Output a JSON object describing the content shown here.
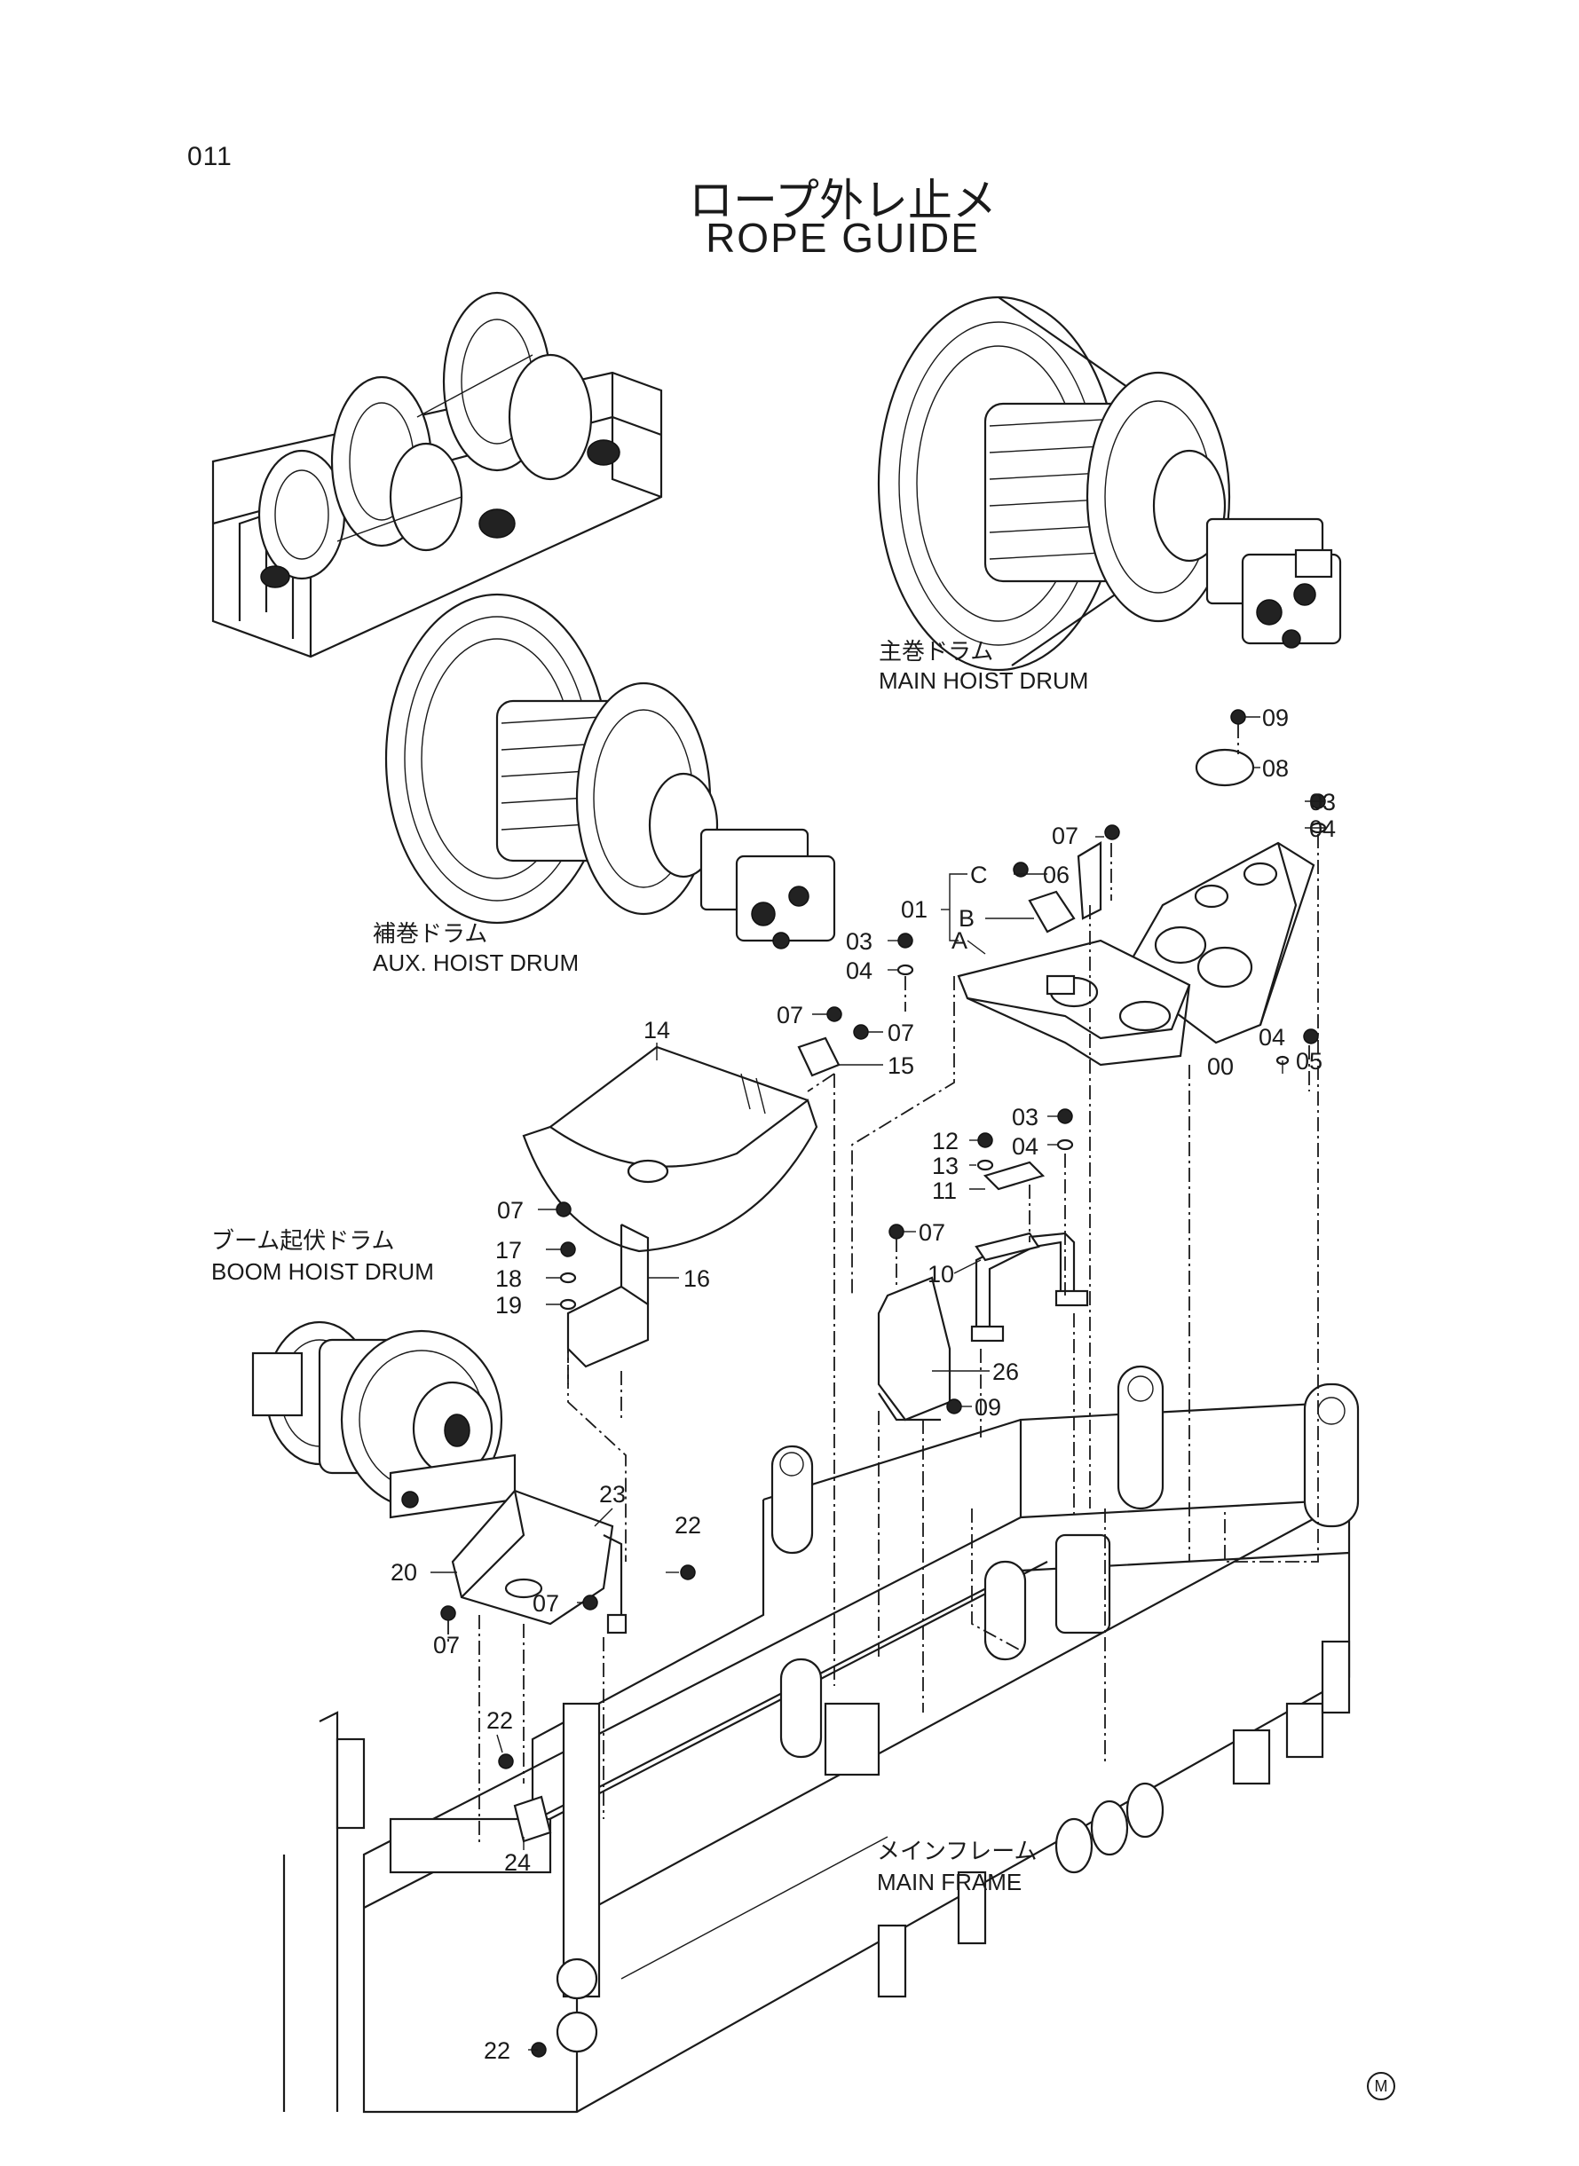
{
  "header": {
    "page_number": "011",
    "title_jp": "ロープ外レ止メ",
    "title_en": "ROPE GUIDE"
  },
  "assemblies": {
    "main_hoist_jp": "主巻ドラム",
    "main_hoist_en": "MAIN HOIST DRUM",
    "aux_hoist_jp": "補巻ドラム",
    "aux_hoist_en": "AUX. HOIST DRUM",
    "boom_hoist_jp": "ブーム起伏ドラム",
    "boom_hoist_en": "BOOM HOIST DRUM",
    "main_frame_jp": "メインフレーム",
    "main_frame_en": "MAIN FRAME"
  },
  "callouts": {
    "p00": "00",
    "p01": "01",
    "p03a": "03",
    "p03b": "03",
    "p03c": "03",
    "p04a": "04",
    "p04b": "04",
    "p04c": "04",
    "p04d": "04",
    "p05": "05",
    "p06": "06",
    "p07a": "07",
    "p07b": "07",
    "p07c": "07",
    "p07d": "07",
    "p07e": "07",
    "p07f": "07",
    "p07g": "07",
    "p08": "08",
    "p09a": "09",
    "p09b": "09",
    "p10": "10",
    "p11": "11",
    "p12": "12",
    "p13": "13",
    "p14": "14",
    "p15": "15",
    "p16": "16",
    "p17": "17",
    "p18": "18",
    "p19": "19",
    "p20": "20",
    "p22a": "22",
    "p22b": "22",
    "p22c": "22",
    "p23": "23",
    "p24": "24",
    "p26": "26",
    "subA": "A",
    "subB": "B",
    "subC": "C"
  },
  "footer": {
    "mark": "M"
  }
}
